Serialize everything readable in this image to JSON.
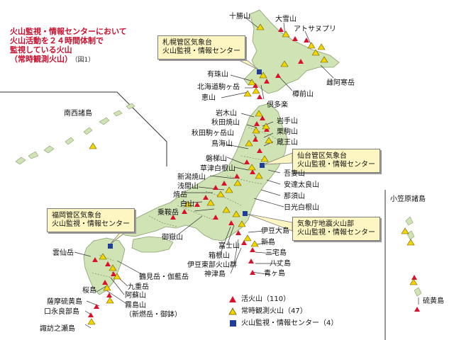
{
  "title": {
    "lines": [
      "火山監視・情報センターにおいて",
      "火山活動を２４時間体制で",
      "監視している火山",
      "（常時観測火山）"
    ],
    "fig": "（図1）"
  },
  "regions": {
    "nansei": "南西諸島",
    "ogasawara": "小笠原諸島"
  },
  "centers": {
    "sapporo": [
      "札幌管区気象台",
      "火山監視・情報センター"
    ],
    "sendai": [
      "仙台管区気象台",
      "火山監視・情報センター"
    ],
    "fukuoka": [
      "福岡管区気象台",
      "火山監視・情報センター"
    ],
    "tokyo": [
      "気象庁地震火山部",
      "火山監視・情報センター"
    ]
  },
  "volcano_labels": [
    "十勝山",
    "大雪山",
    "アトサヌプリ",
    "雌阿寒岳",
    "樽前山",
    "倶多楽",
    "有珠山",
    "北海道駒ヶ岳",
    "恵山",
    "岩木山",
    "秋田焼山",
    "秋田駒ヶ岳山",
    "鳥海山",
    "岩手山",
    "栗駒山",
    "蔵王山",
    "磐梯山",
    "草津白根山",
    "新潟焼山",
    "浅間山",
    "焼岳",
    "白山",
    "乗鞍岳",
    "吾妻山",
    "安達太良山",
    "那須山",
    "日光白根山",
    "御嶽山",
    "富士山",
    "箱根山",
    "伊豆東部火山群",
    "神津島",
    "伊豆大島",
    "新島",
    "三宅島",
    "八丈島",
    "青ヶ島",
    "雲仙岳",
    "鶴見岳・伽藍岳",
    "九重岳",
    "阿蘇山",
    "桜島",
    "霧島山",
    "（新燃岳・御鉢）",
    "薩摩硫黄島",
    "口永良部島",
    "諏訪之瀬島",
    "硫黄島"
  ],
  "legend": {
    "active": "活火山（110）",
    "monitored": "常時観測火山（47）",
    "center": "火山監視・情報センター（4）"
  },
  "colors": {
    "land": "#cfe3b5",
    "active": "#d9112a",
    "monitored": "#f2d500",
    "center": "#1f3d99",
    "callout_fill": "#fdf6c2",
    "title": "#c8102e"
  },
  "icons": {
    "active": "red-triangle-icon",
    "monitored": "yellow-triangle-icon",
    "center": "blue-square-icon"
  }
}
